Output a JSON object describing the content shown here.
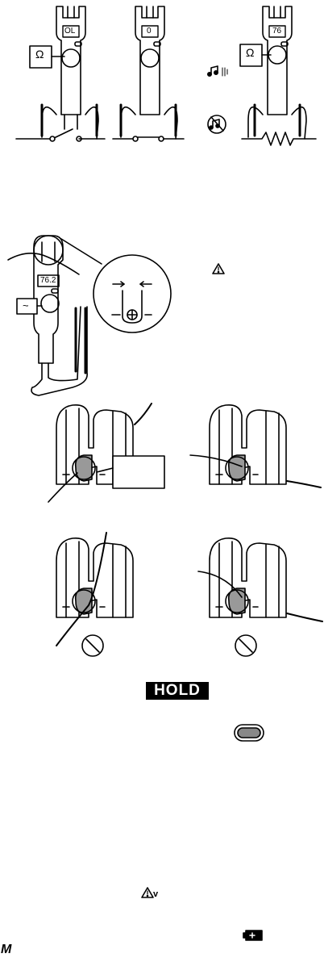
{
  "figure": {
    "meters": [
      {
        "display": "OL",
        "dial": "Ω"
      },
      {
        "display": "0",
        "dial": ""
      },
      {
        "display": "76",
        "dial": "Ω"
      }
    ],
    "current_meter": {
      "display": "76.2",
      "dial": "~"
    },
    "hold_label": "HOLD",
    "footer_mark": "M",
    "warning_v": "v"
  }
}
